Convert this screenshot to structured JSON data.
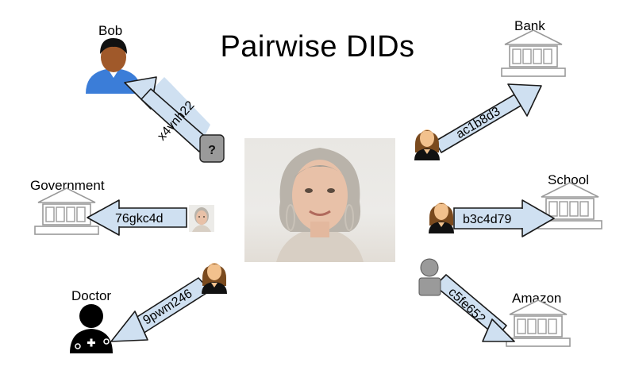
{
  "title": "Pairwise DIDs",
  "parties": {
    "bob": "Bob",
    "bank": "Bank",
    "government": "Government",
    "school": "School",
    "doctor": "Doctor",
    "amazon": "Amazon"
  },
  "dids": {
    "bob": "x4vnh22",
    "bank": "ac1b8d3",
    "government": "76gkc4d",
    "school": "b3c4d79",
    "doctor": "9pwm246",
    "amazon": "c5fe652"
  },
  "unknown_badge": "?",
  "colors": {
    "arrow_fill": "#cfe0f1",
    "arrow_stroke": "#1a1a1a",
    "building": "#999999",
    "bob_shirt": "#3b7dd8",
    "bob_skin": "#a0592a",
    "avatar_hair": "#7a4a1e",
    "avatar_skin": "#f2c18d"
  }
}
